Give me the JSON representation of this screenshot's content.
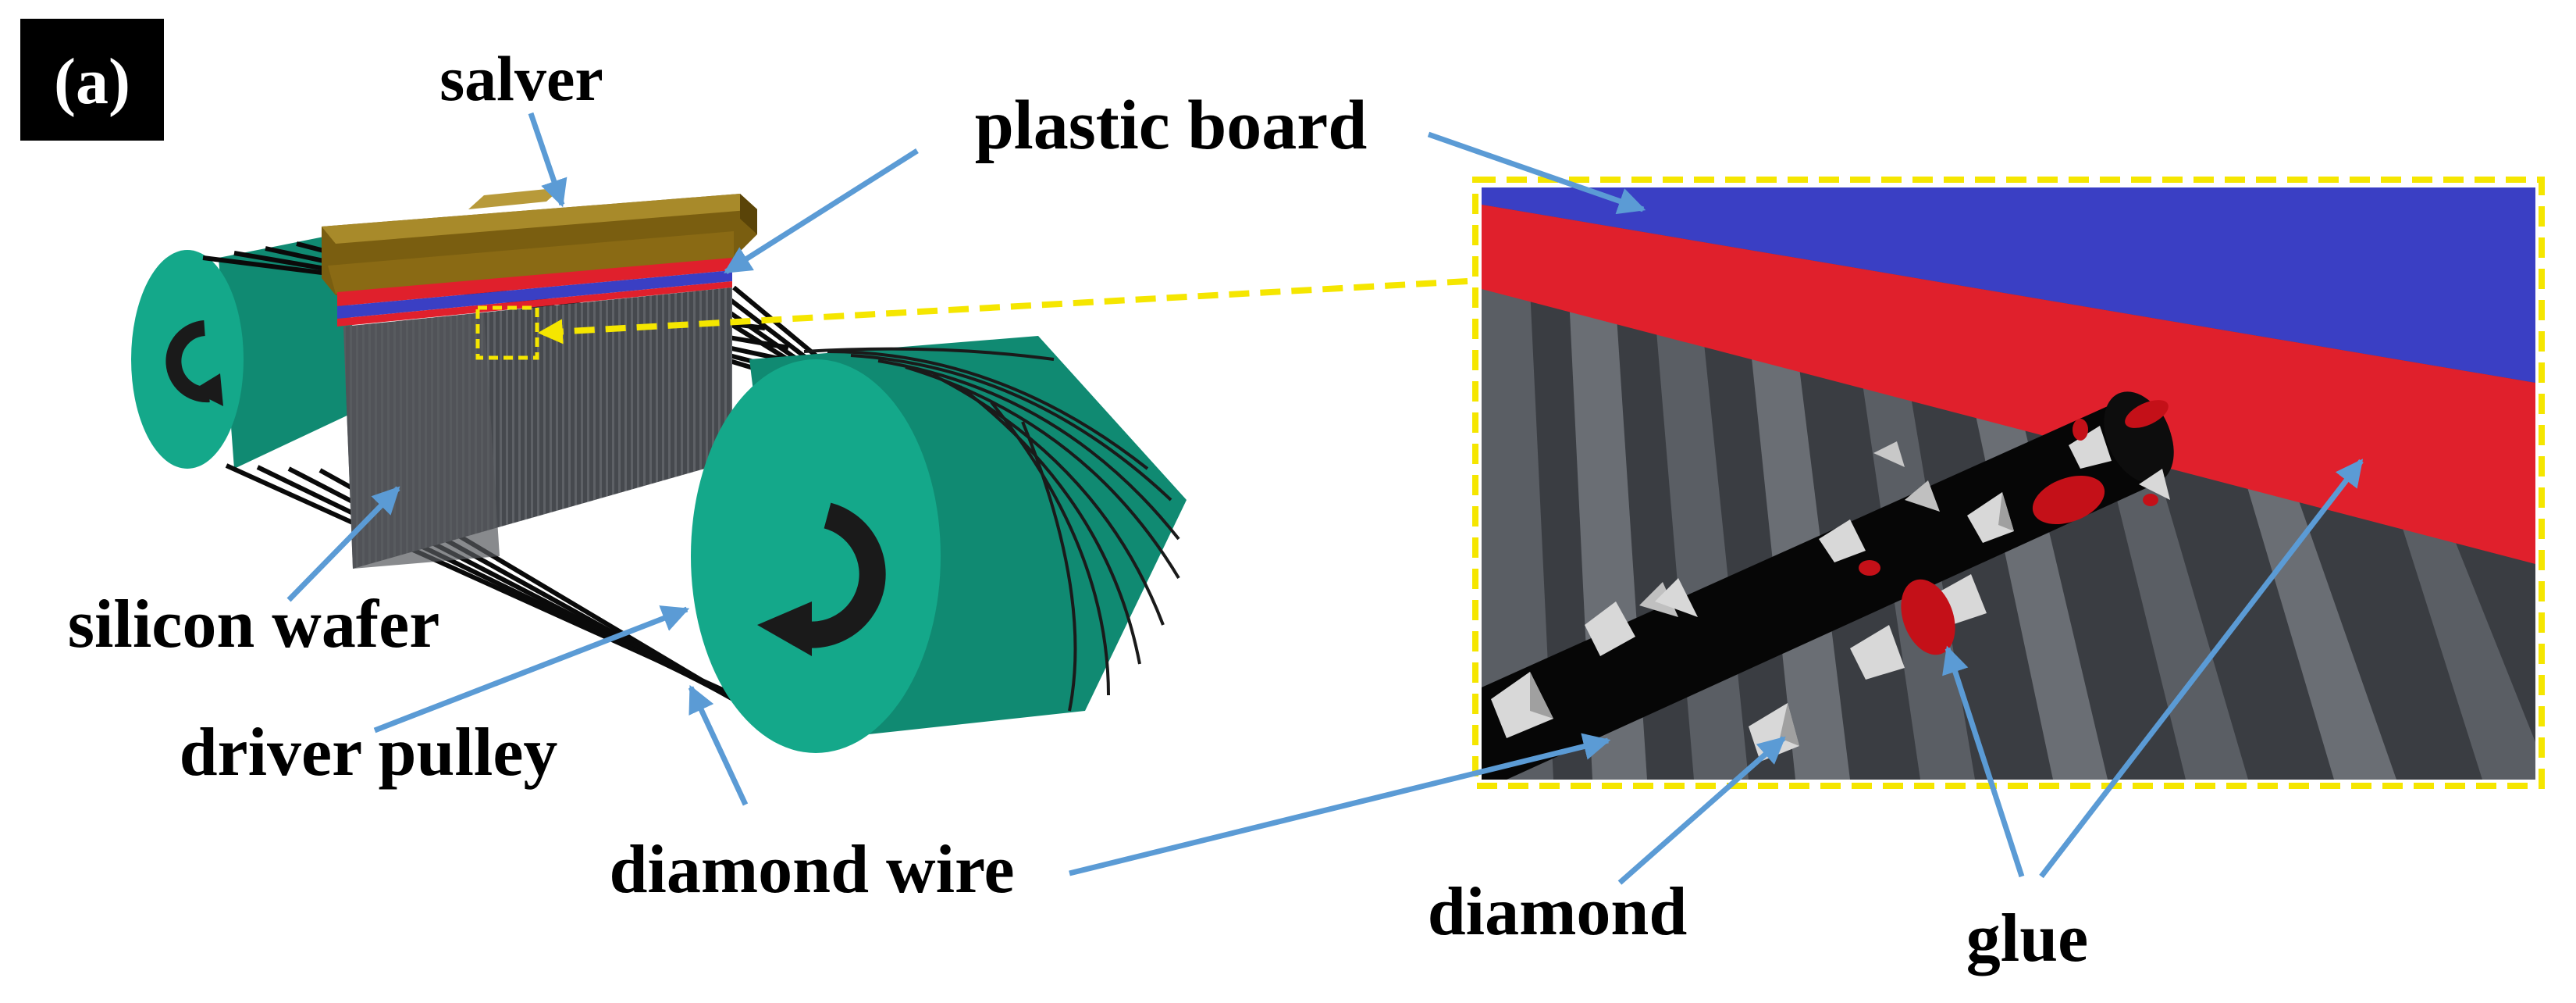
{
  "panel_label": "(a)",
  "labels": {
    "salver": "salver",
    "plastic_board": "plastic board",
    "silicon_wafer": "silicon wafer",
    "driver_pulley": "driver pulley",
    "diamond_wire": "diamond wire",
    "diamond": "diamond",
    "glue": "glue"
  },
  "colors": {
    "pulley": "#14a88a",
    "salver": "#8a6a14",
    "plastic_board_blue": "#3a3fc4",
    "plastic_board_red": "#e0202c",
    "wafer": "#4a4d52",
    "wire": "#0a0a0a",
    "glue": "#c41018",
    "diamond": "#d8d8d8",
    "zoom_box": "#f5e600",
    "arrow": "#5b9bd5"
  },
  "icons": [
    "rotation-arrow-icon"
  ]
}
